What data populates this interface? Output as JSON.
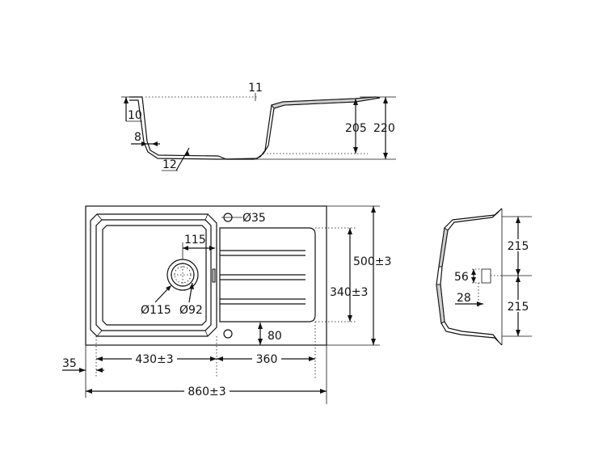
{
  "section_view": {
    "dims": {
      "top_gap": "11",
      "rim_height": "10",
      "wall": "8",
      "bottom": "12",
      "drainer_depth": "205",
      "total_height": "220"
    }
  },
  "plan_view": {
    "dims": {
      "tap_hole": "Ø35",
      "drain_offset": "115",
      "outlet_outer": "Ø115",
      "outlet_inner": "Ø92",
      "hole_offset": "80",
      "height_total": "500±3",
      "drainer_height": "340±3",
      "edge_offset": "35",
      "bowl_width": "430±3",
      "drainer_width": "360",
      "overall_width": "860±3"
    }
  },
  "side_view": {
    "dims": {
      "upper_half": "215",
      "lower_half": "215",
      "overflow_height": "56",
      "overflow_offset": "28"
    }
  }
}
